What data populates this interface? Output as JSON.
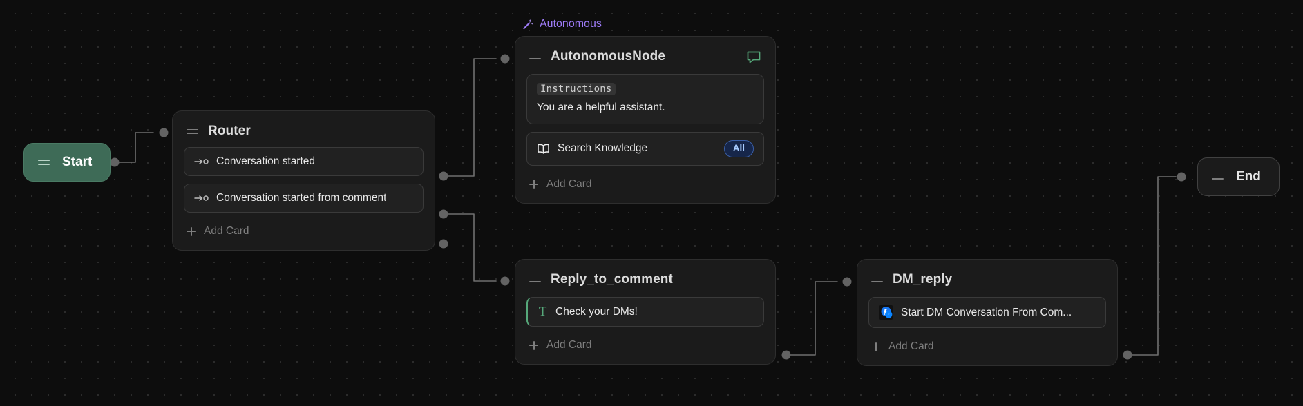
{
  "canvas": {
    "background_color": "#0d0d0d",
    "dot_color": "#2b2b2b"
  },
  "group": {
    "label": "Autonomous",
    "icon": "magic-wand-sparkles-icon",
    "color": "#9d7bf5"
  },
  "nodes": {
    "start": {
      "label": "Start",
      "color": "#3e6b57"
    },
    "end": {
      "label": "End"
    },
    "router": {
      "title": "Router",
      "cards": [
        {
          "label": "Conversation started",
          "icon": "arrow-to-circle-icon"
        },
        {
          "label": "Conversation started from comment",
          "icon": "arrow-to-circle-icon"
        }
      ],
      "add_card_label": "Add Card"
    },
    "autonomous": {
      "title": "AutonomousNode",
      "header_icon": "chat-bubble-icon",
      "header_icon_color": "#56a87a",
      "instructions": {
        "tag": "Instructions",
        "text": "You are a helpful assistant."
      },
      "tool_card": {
        "label": "Search Knowledge",
        "icon": "open-book-icon",
        "badge": "All",
        "badge_color": "#a9cdff"
      },
      "add_card_label": "Add Card"
    },
    "reply_to_comment": {
      "title": "Reply_to_comment",
      "cards": [
        {
          "label": "Check your DMs!",
          "icon": "text-t-icon",
          "accent": "#56a87a"
        }
      ],
      "add_card_label": "Add Card"
    },
    "dm_reply": {
      "title": "DM_reply",
      "cards": [
        {
          "label": "Start DM Conversation From Com...",
          "icon": "facebook-messenger-icon"
        }
      ],
      "add_card_label": "Add Card"
    }
  }
}
